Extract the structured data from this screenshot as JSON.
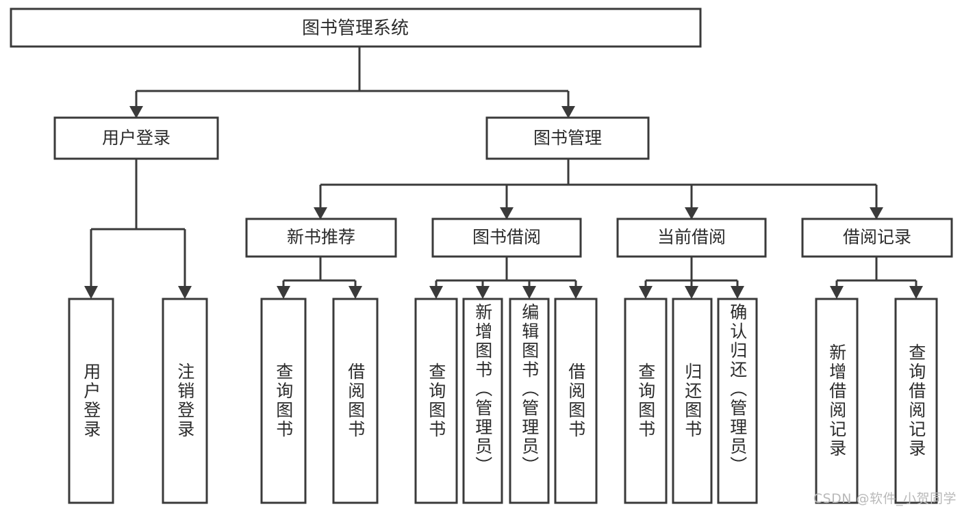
{
  "diagram": {
    "title": "图书管理系统",
    "type": "tree-hierarchy-chart",
    "orientation": "top-down",
    "colors": {
      "background": "#ffffff",
      "box_fill": "#ffffff",
      "box_stroke": "#3a3a3a",
      "connector": "#3a3a3a",
      "text": "#2b2b2b",
      "watermark": "#b9b9b9"
    },
    "root": {
      "label": "图书管理系统"
    },
    "level2": [
      {
        "label": "用户登录"
      },
      {
        "label": "图书管理"
      }
    ],
    "level3": [
      {
        "label": "新书推荐"
      },
      {
        "label": "图书借阅"
      },
      {
        "label": "当前借阅"
      },
      {
        "label": "借阅记录"
      }
    ],
    "leaves": {
      "user_login": [
        {
          "label": "用户登录"
        },
        {
          "label": "注销登录"
        }
      ],
      "new_book_recommend": [
        {
          "label": "查询图书"
        },
        {
          "label": "借阅图书"
        }
      ],
      "book_borrow": [
        {
          "label": "查询图书"
        },
        {
          "label": "新增图书（管理员）"
        },
        {
          "label": "编辑图书（管理员）"
        },
        {
          "label": "借阅图书"
        }
      ],
      "current_borrow": [
        {
          "label": "查询图书"
        },
        {
          "label": "归还图书"
        },
        {
          "label": "确认归还（管理员）"
        }
      ],
      "borrow_record": [
        {
          "label": "新增借阅记录"
        },
        {
          "label": "查询借阅记录"
        }
      ]
    },
    "watermark": "CSDN @软件_小贺同学"
  }
}
